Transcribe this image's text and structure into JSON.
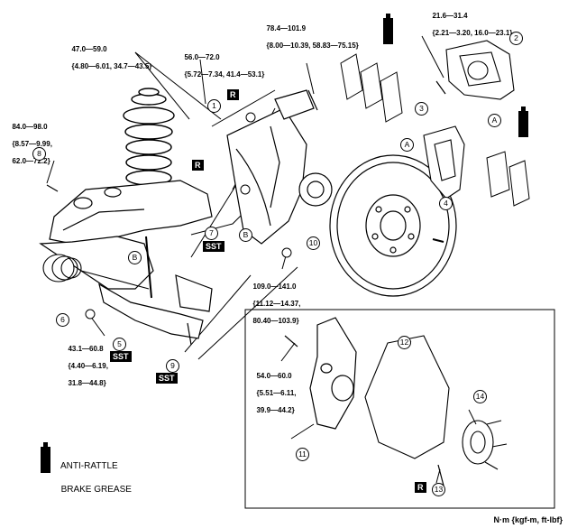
{
  "torques": {
    "t1": [
      "78.4—101.9",
      "{8.00—10.39, 58.83—75.15}"
    ],
    "t2": [
      "21.6—31.4",
      "{2.21—3.20, 16.0—23.1}"
    ],
    "t3": [
      "47.0—59.0",
      "{4.80—6.01, 34.7—43.5}"
    ],
    "t4": [
      "56.0—72.0",
      "{5.72—7.34, 41.4—53.1}"
    ],
    "t5": [
      "84.0—98.0",
      "{8.57—9.99,",
      "62.0—72.2}"
    ],
    "t6": [
      "109.0—141.0",
      "{11.12—14.37,",
      "80.40—103.9}"
    ],
    "t7": [
      "43.1—60.8",
      "{4.40—6.19,",
      "31.8—44.8}"
    ],
    "t8": [
      "54.0—60.0",
      "{5.51—6.11,",
      "39.9—44.2}"
    ]
  },
  "callouts": [
    "1",
    "2",
    "3",
    "4",
    "5",
    "6",
    "7",
    "8",
    "9",
    "10",
    "11",
    "12",
    "13",
    "14",
    "A",
    "A",
    "B",
    "B"
  ],
  "tags": {
    "r": "R",
    "sst": "SST"
  },
  "legend": {
    "icon": "grease-icon",
    "line1": "ANTI-RATTLE",
    "line2": "BRAKE GREASE"
  },
  "grease_label": "GREASE",
  "units": "N·m {kgf-m,  ft-lbf}"
}
